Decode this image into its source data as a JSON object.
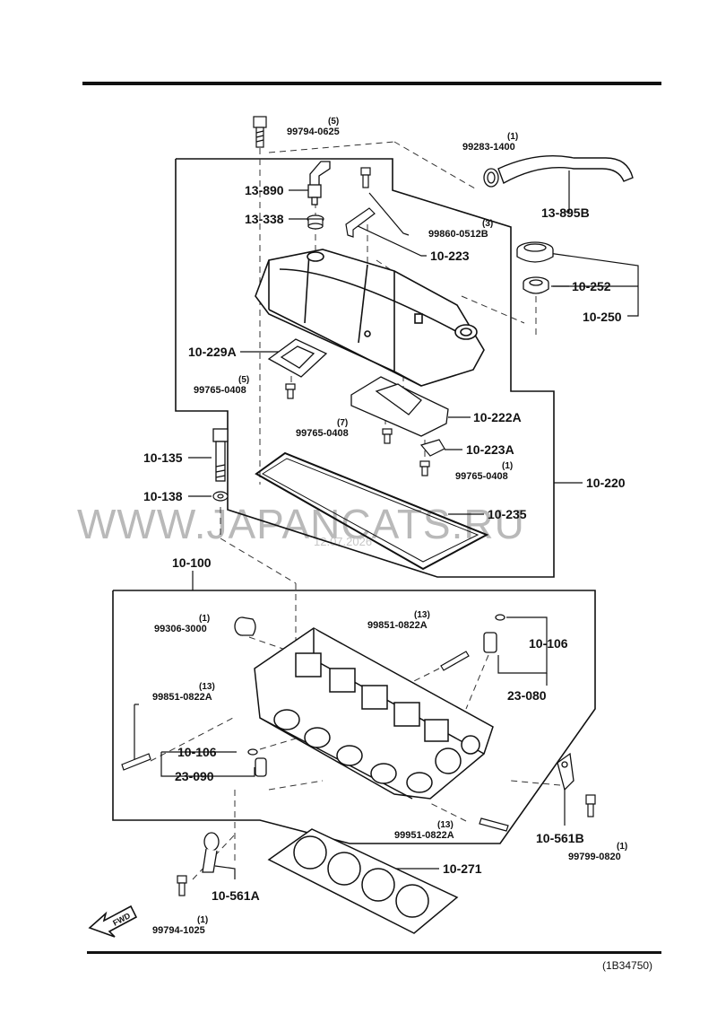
{
  "watermark": {
    "site": "WWW.JAPANCATS.RU",
    "stamp": "12.07.2026"
  },
  "diagram_code": "(1B34750)",
  "fwd_label": "FWD",
  "callouts": {
    "c13_890": "13-890",
    "c13_338": "13-338",
    "c10_223": "10-223",
    "c13_895b": "13-895B",
    "c10_252": "10-252",
    "c10_250": "10-250",
    "c10_229a": "10-229A",
    "c10_222a": "10-222A",
    "c10_223a": "10-223A",
    "c10_135": "10-135",
    "c10_138": "10-138",
    "c10_220": "10-220",
    "c10_235": "10-235",
    "c10_100": "10-100",
    "c10_106_right": "10-106",
    "c23_080": "23-080",
    "c10_106_left": "10-106",
    "c23_090": "23-090",
    "c10_561b": "10-561B",
    "c10_271": "10-271",
    "c10_561a": "10-561A"
  },
  "parts": {
    "p99794_0625": {
      "qty": "(5)",
      "pn": "99794-0625"
    },
    "p99283_1400": {
      "qty": "(1)",
      "pn": "99283-1400"
    },
    "p99860_0512b": {
      "qty": "(3)",
      "pn": "99860-0512B"
    },
    "p99765_0408_a": {
      "qty": "(5)",
      "pn": "99765-0408"
    },
    "p99765_0408_b": {
      "qty": "(7)",
      "pn": "99765-0408"
    },
    "p99765_0408_c": {
      "qty": "(1)",
      "pn": "99765-0408"
    },
    "p99306_3000": {
      "qty": "(1)",
      "pn": "99306-3000"
    },
    "p99851_0822a_top": {
      "qty": "(13)",
      "pn": "99851-0822A"
    },
    "p99851_0822a_left": {
      "qty": "(13)",
      "pn": "99851-0822A"
    },
    "p99951_0822a": {
      "qty": "(13)",
      "pn": "99951-0822A"
    },
    "p99799_0820": {
      "qty": "(1)",
      "pn": "99799-0820"
    },
    "p99794_1025": {
      "qty": "(1)",
      "pn": "99794-1025"
    }
  }
}
